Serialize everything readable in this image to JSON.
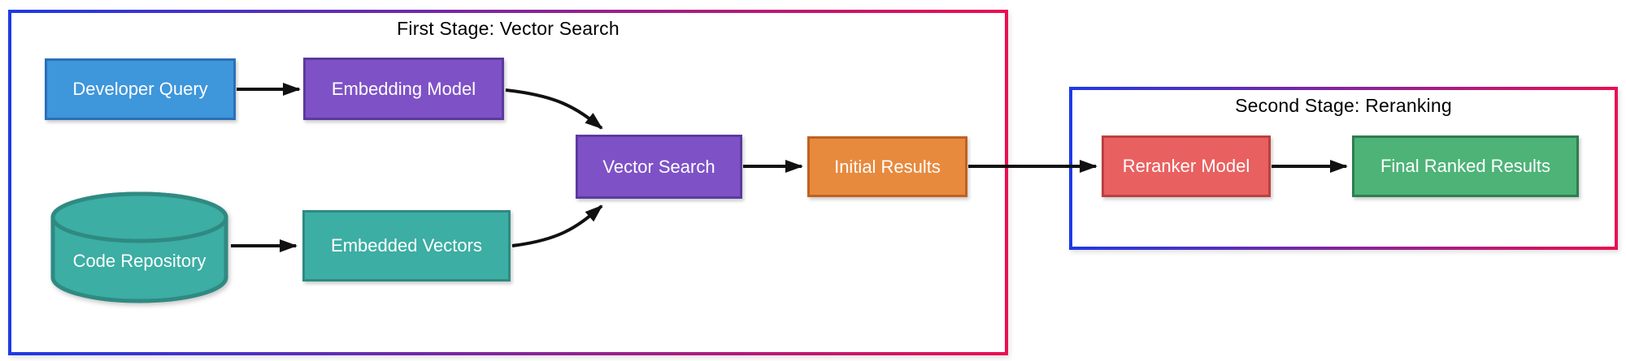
{
  "diagram": {
    "background": "#ffffff",
    "stages": {
      "first": {
        "title": "First Stage: Vector Search"
      },
      "second": {
        "title": "Second Stage: Reranking"
      }
    },
    "nodes": {
      "developer_query": {
        "label": "Developer Query",
        "shape": "rect",
        "fill": "#3E96DB",
        "border": "#2A70B8",
        "text_color": "#ffffff"
      },
      "embedding_model": {
        "label": "Embedding Model",
        "shape": "rect",
        "fill": "#7E52C6",
        "border": "#5C3A9E",
        "text_color": "#ffffff"
      },
      "code_repository": {
        "label": "Code Repository",
        "shape": "cylinder",
        "fill": "#3CAEA3",
        "border": "#2F8A82",
        "text_color": "#ffffff"
      },
      "embedded_vectors": {
        "label": "Embedded Vectors",
        "shape": "rect",
        "fill": "#3CAEA3",
        "border": "#2F8A82",
        "text_color": "#ffffff"
      },
      "vector_search": {
        "label": "Vector Search",
        "shape": "rect",
        "fill": "#7E52C6",
        "border": "#5C3A9E",
        "text_color": "#ffffff"
      },
      "initial_results": {
        "label": "Initial Results",
        "shape": "rect",
        "fill": "#E78A3E",
        "border": "#BF6220",
        "text_color": "#ffffff"
      },
      "reranker_model": {
        "label": "Reranker Model",
        "shape": "rect",
        "fill": "#E96060",
        "border": "#BC4040",
        "text_color": "#ffffff"
      },
      "final_ranked_results": {
        "label": "Final Ranked Results",
        "shape": "rect",
        "fill": "#4DB377",
        "border": "#2F7D52",
        "text_color": "#ffffff"
      }
    },
    "edges": [
      {
        "from": "developer_query",
        "to": "embedding_model"
      },
      {
        "from": "embedding_model",
        "to": "vector_search"
      },
      {
        "from": "code_repository",
        "to": "embedded_vectors"
      },
      {
        "from": "embedded_vectors",
        "to": "vector_search"
      },
      {
        "from": "vector_search",
        "to": "initial_results"
      },
      {
        "from": "initial_results",
        "to": "reranker_model"
      },
      {
        "from": "reranker_model",
        "to": "final_ranked_results"
      }
    ],
    "colors": {
      "container_gradient_start": "#1E3AE6",
      "container_gradient_end": "#EA0E52",
      "arrow": "#111111",
      "title_text": "#000000"
    }
  }
}
